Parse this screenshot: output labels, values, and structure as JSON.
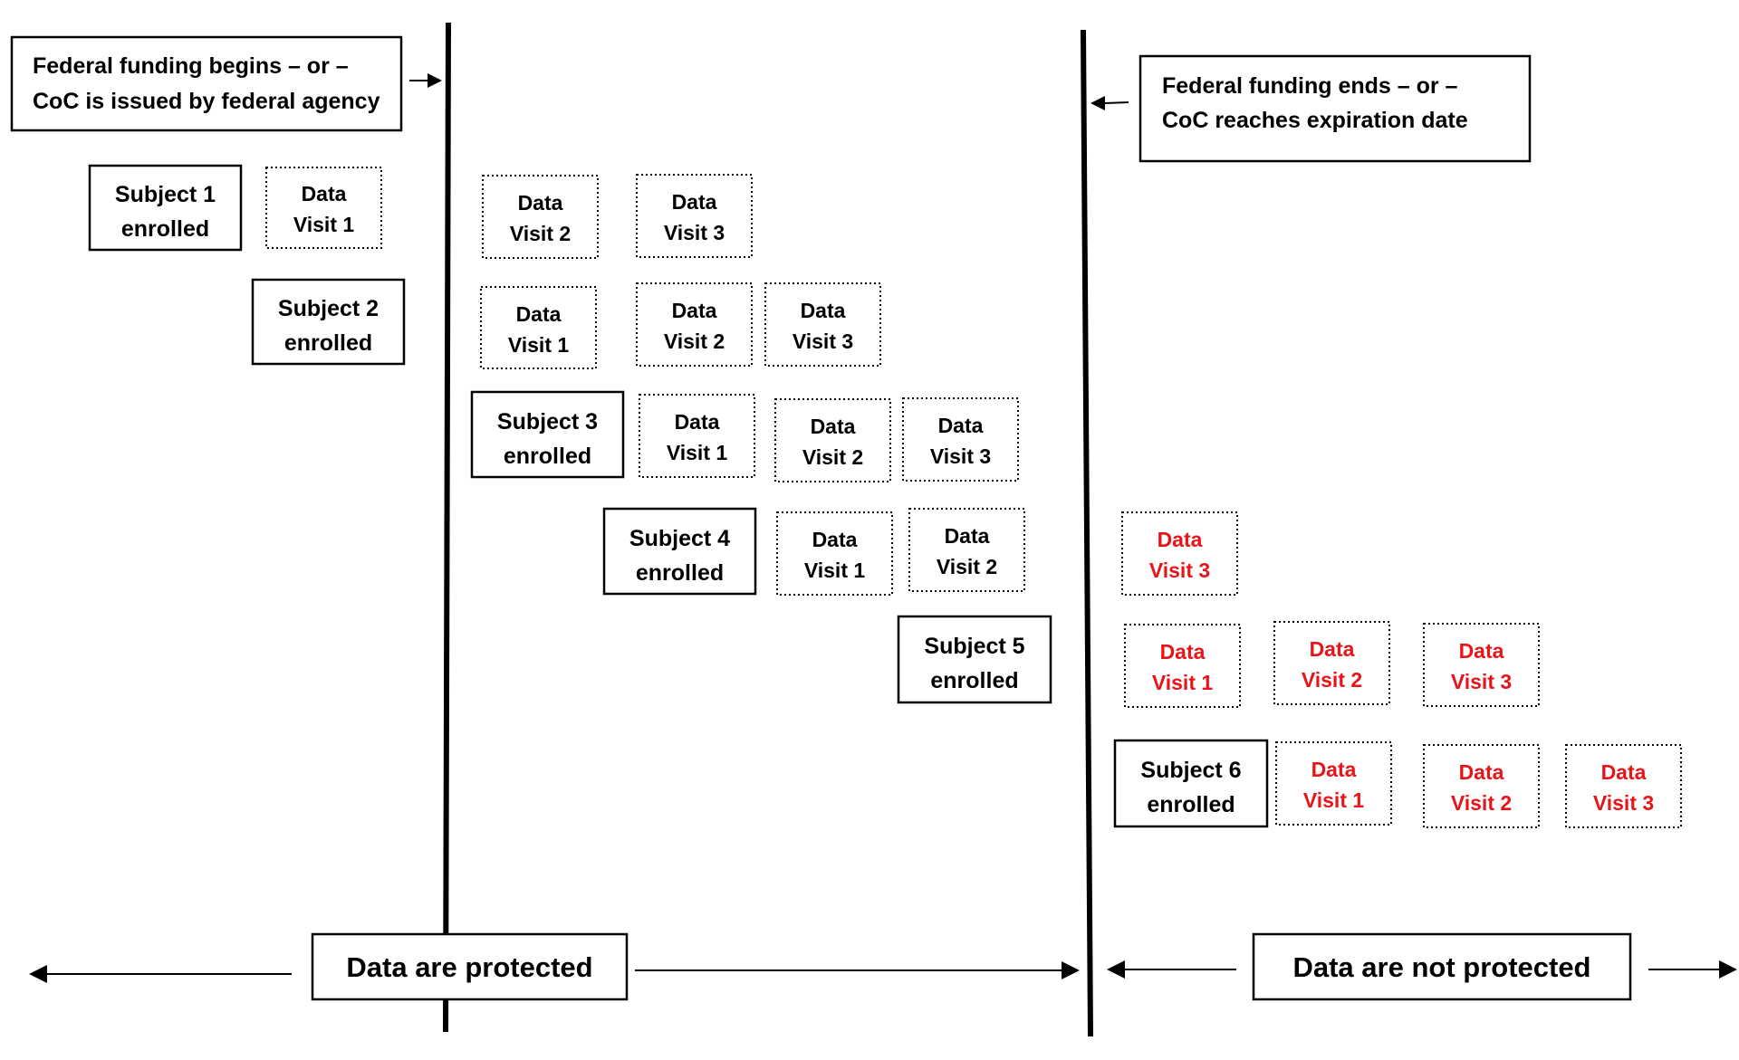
{
  "colors": {
    "line": "#000000",
    "protected_text": "#000000",
    "unprotected_text": "#e8141a"
  },
  "markers": {
    "start": {
      "line1": "Federal funding begins – or –",
      "line2": "CoC is issued by federal agency"
    },
    "end": {
      "line1": "Federal funding ends – or –",
      "line2": "CoC reaches expiration date"
    }
  },
  "subjects": [
    {
      "line1": "Subject 1",
      "line2": "enrolled"
    },
    {
      "line1": "Subject 2",
      "line2": "enrolled"
    },
    {
      "line1": "Subject 3",
      "line2": "enrolled"
    },
    {
      "line1": "Subject 4",
      "line2": "enrolled"
    },
    {
      "line1": "Subject 5",
      "line2": "enrolled"
    },
    {
      "line1": "Subject 6",
      "line2": "enrolled"
    }
  ],
  "data_visits": [
    {
      "subject": 1,
      "line1": "Data",
      "line2": "Visit 1",
      "protected": true
    },
    {
      "subject": 1,
      "line1": "Data",
      "line2": "Visit 2",
      "protected": true
    },
    {
      "subject": 1,
      "line1": "Data",
      "line2": "Visit 3",
      "protected": true
    },
    {
      "subject": 2,
      "line1": "Data",
      "line2": "Visit 1",
      "protected": true
    },
    {
      "subject": 2,
      "line1": "Data",
      "line2": "Visit 2",
      "protected": true
    },
    {
      "subject": 2,
      "line1": "Data",
      "line2": "Visit 3",
      "protected": true
    },
    {
      "subject": 3,
      "line1": "Data",
      "line2": "Visit 1",
      "protected": true
    },
    {
      "subject": 3,
      "line1": "Data",
      "line2": "Visit 2",
      "protected": true
    },
    {
      "subject": 3,
      "line1": "Data",
      "line2": "Visit 3",
      "protected": true
    },
    {
      "subject": 4,
      "line1": "Data",
      "line2": "Visit 1",
      "protected": true
    },
    {
      "subject": 4,
      "line1": "Data",
      "line2": "Visit 2",
      "protected": true
    },
    {
      "subject": 4,
      "line1": "Data",
      "line2": "Visit 3",
      "protected": false
    },
    {
      "subject": 5,
      "line1": "Data",
      "line2": "Visit 1",
      "protected": false
    },
    {
      "subject": 5,
      "line1": "Data",
      "line2": "Visit 2",
      "protected": false
    },
    {
      "subject": 5,
      "line1": "Data",
      "line2": "Visit 3",
      "protected": false
    },
    {
      "subject": 6,
      "line1": "Data",
      "line2": "Visit 1",
      "protected": false
    },
    {
      "subject": 6,
      "line1": "Data",
      "line2": "Visit 2",
      "protected": false
    },
    {
      "subject": 6,
      "line1": "Data",
      "line2": "Visit 3",
      "protected": false
    }
  ],
  "zones": {
    "protected": "Data are protected",
    "not_protected": "Data are not protected"
  }
}
